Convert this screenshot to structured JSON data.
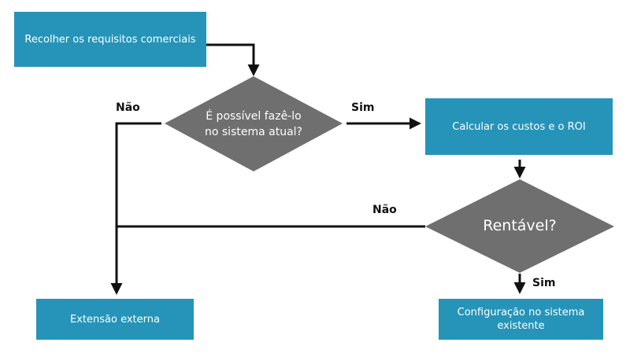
{
  "colors": {
    "process": "#2594b8",
    "decision": "#6f6f6f",
    "connector": "#111111"
  },
  "nodes": {
    "collect": "Recolher os requisitos comerciais",
    "possible_line1": "É possível fazê-lo",
    "possible_line2": "no sistema atual?",
    "calculate": "Calcular os custos e o ROI",
    "profitable": "Rentável?",
    "external": "Extensão externa",
    "config_line1": "Configuração no sistema",
    "config_line2": "existente"
  },
  "edge_labels": {
    "possible_no": "Não",
    "possible_yes": "Sim",
    "profitable_no": "Não",
    "profitable_yes": "Sim"
  }
}
